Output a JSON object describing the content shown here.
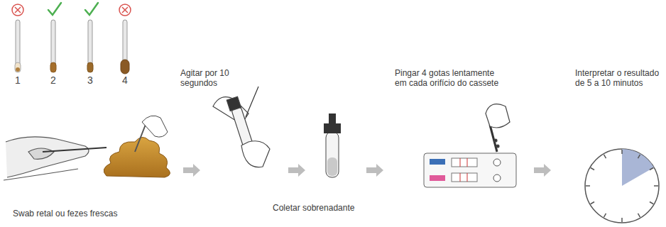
{
  "diagram": {
    "labels": [
      "1",
      "2",
      "3",
      "4",
      "Swab retal ou fezes frescas",
      "Agitar por 10 segundos",
      "Coletar sobrenadante",
      "Pingar 4 gotas lentamente em cada orifício do cassete",
      "Interpretar o resultado de 5 a 10 minutos"
    ]
  }
}
